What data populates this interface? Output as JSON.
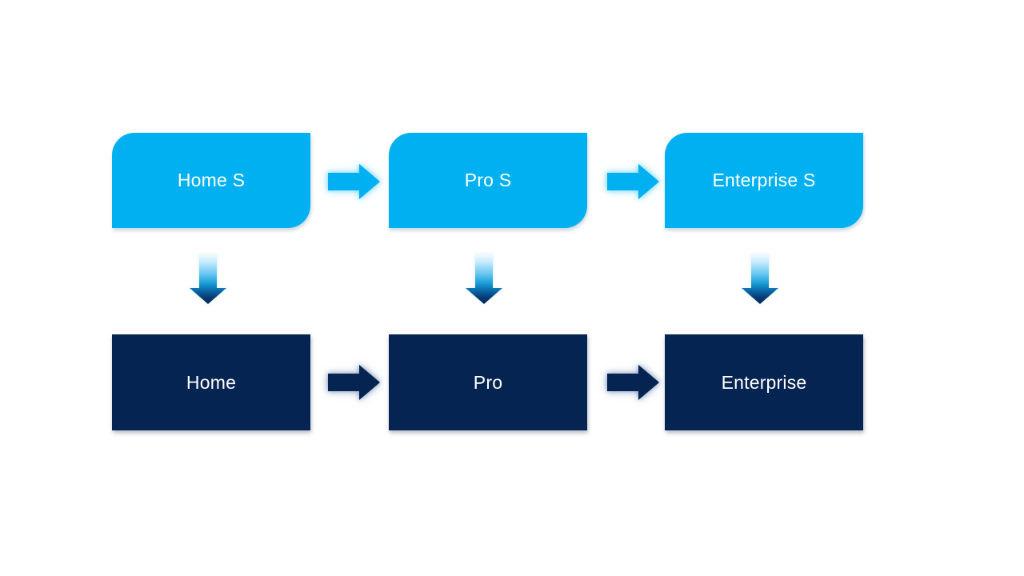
{
  "colors": {
    "background": "#FFFFFF",
    "primary_cyan": "#00B0F0",
    "dark_navy": "#052451",
    "label_text": "#FFFFFF"
  },
  "diagram": {
    "top_row": [
      {
        "label": "Home S"
      },
      {
        "label": "Pro S"
      },
      {
        "label": "Enterprise S"
      }
    ],
    "bottom_row": [
      {
        "label": "Home"
      },
      {
        "label": "Pro"
      },
      {
        "label": "Enterprise"
      }
    ],
    "edges": {
      "horizontal_top": [
        {
          "from": "Home S",
          "to": "Pro S"
        },
        {
          "from": "Pro S",
          "to": "Enterprise S"
        }
      ],
      "horizontal_bottom": [
        {
          "from": "Home",
          "to": "Pro"
        },
        {
          "from": "Pro",
          "to": "Enterprise"
        }
      ],
      "vertical": [
        {
          "from": "Home S",
          "to": "Home"
        },
        {
          "from": "Pro S",
          "to": "Pro"
        },
        {
          "from": "Enterprise S",
          "to": "Enterprise"
        }
      ]
    }
  }
}
